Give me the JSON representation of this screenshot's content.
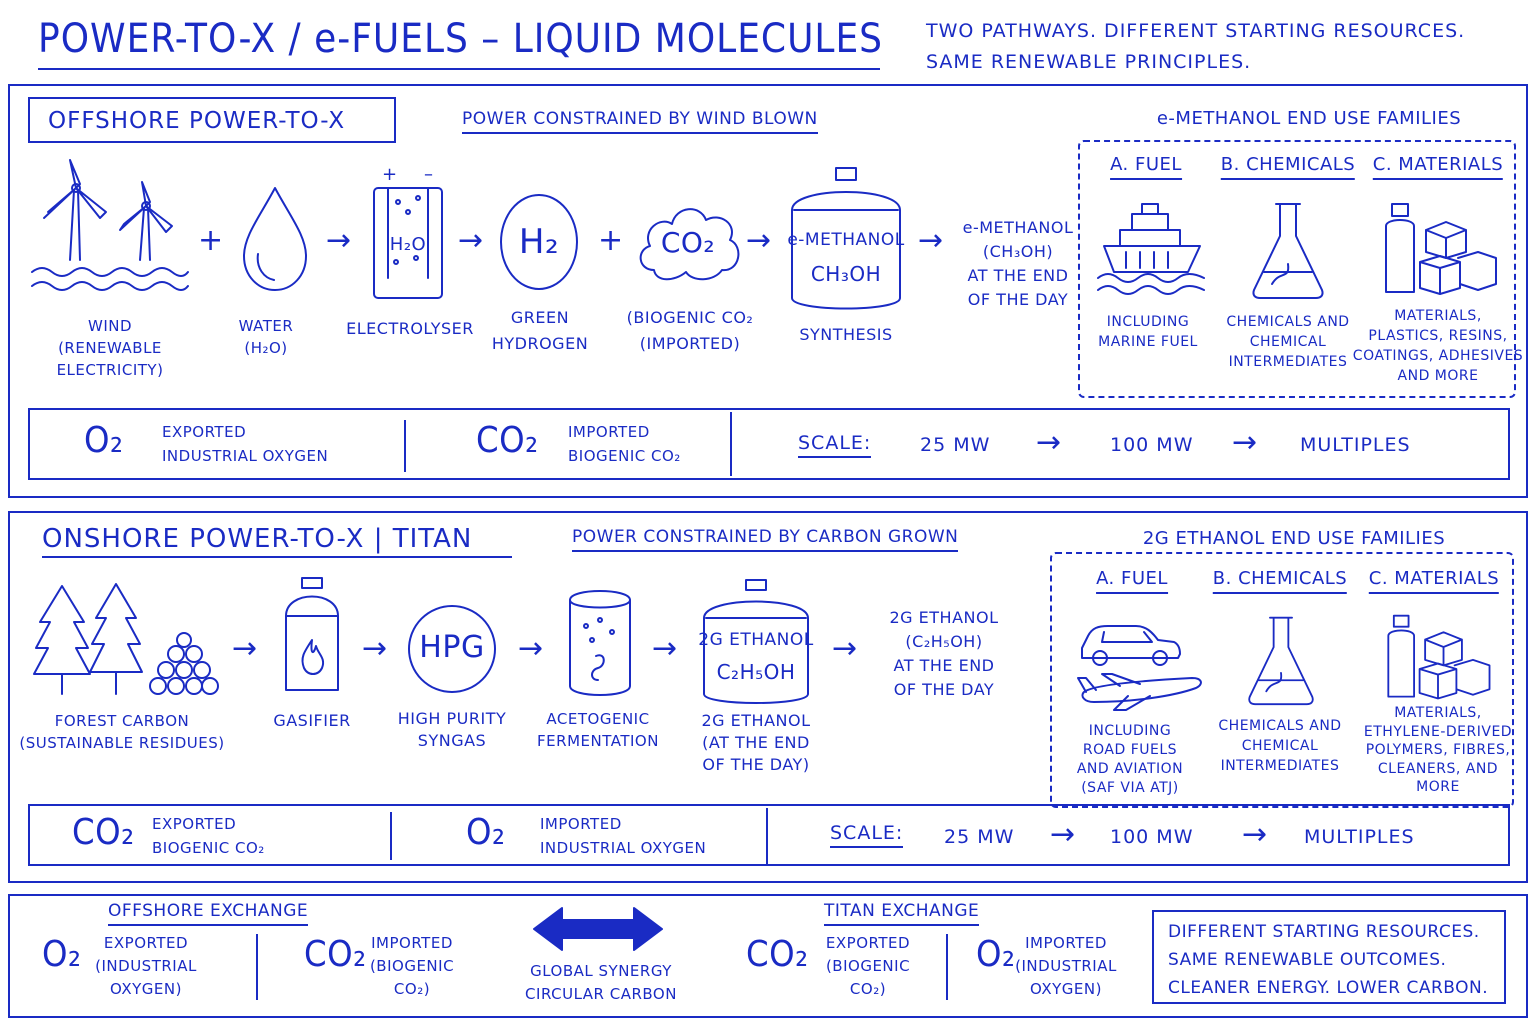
{
  "title": "POWER-TO-X / e-FUELS – LIQUID MOLECULES",
  "tagline": "TWO PATHWAYS. DIFFERENT STARTING RESOURCES.\nSAME RENEWABLE PRINCIPLES.",
  "offshore": {
    "heading": "OFFSHORE POWER-TO-X",
    "subheading": "POWER CONSTRAINED BY WIND BLOWN",
    "steps": {
      "wind": "WIND\n(RENEWABLE\nELECTRICITY)",
      "water": "WATER\n(H₂O)",
      "electrolyser": "ELECTROLYSER",
      "hydrogen": "GREEN\nHYDROGEN",
      "co2": "(BIOGENIC CO₂\n(IMPORTED)",
      "synthesis": "SYNTHESIS"
    },
    "symbols": {
      "h2": "H₂",
      "co2": "CO₂",
      "electrolyser_text": "H₂O",
      "plus": "+",
      "minus": "–",
      "tank_name": "e-METHANOL",
      "tank_formula": "CH₃OH"
    },
    "product": "e-METHANOL\n(CH₃OH)\nAT THE END\nOF THE DAY",
    "end_use_title": "e-METHANOL END USE FAMILIES",
    "end_use": [
      {
        "label": "A. FUEL",
        "desc": "INCLUDING\nMARINE FUEL"
      },
      {
        "label": "B. CHEMICALS",
        "desc": "CHEMICALS AND\nCHEMICAL\nINTERMEDIATES"
      },
      {
        "label": "C. MATERIALS",
        "desc": "MATERIALS,\nPLASTICS, RESINS,\nCOATINGS, ADHESIVES\nAND MORE"
      }
    ],
    "bar": {
      "left_symbol": "O₂",
      "left_text": "EXPORTED\nINDUSTRIAL OXYGEN",
      "mid_symbol": "CO₂",
      "mid_text": "IMPORTED\nBIOGENIC CO₂",
      "scale_label": "SCALE:",
      "scale_1": "25 MW",
      "scale_2": "100 MW",
      "scale_3": "MULTIPLES"
    }
  },
  "onshore": {
    "heading": "ONSHORE POWER-TO-X | TITAN",
    "subheading": "POWER CONSTRAINED BY CARBON GROWN",
    "steps": {
      "forest": "FOREST CARBON\n(SUSTAINABLE RESIDUES)",
      "gasifier": "GASIFIER",
      "syngas": "HIGH PURITY\nSYNGAS",
      "fermentation": "ACETOGENIC\nFERMENTATION",
      "ethanol": "2G ETHANOL\n(AT THE END\nOF THE DAY)"
    },
    "symbols": {
      "hpg": "HPG",
      "tank_name": "2G ETHANOL",
      "tank_formula": "C₂H₅OH"
    },
    "product": "2G ETHANOL\n(C₂H₅OH)\nAT THE END\nOF THE DAY",
    "end_use_title": "2G ETHANOL END USE FAMILIES",
    "end_use": [
      {
        "label": "A. FUEL",
        "desc": "INCLUDING\nROAD FUELS\nAND AVIATION\n(SAF VIA ATJ)"
      },
      {
        "label": "B. CHEMICALS",
        "desc": "CHEMICALS AND\nCHEMICAL\nINTERMEDIATES"
      },
      {
        "label": "C. MATERIALS",
        "desc": "MATERIALS,\nETHYLENE-DERIVED\nPOLYMERS, FIBRES,\nCLEANERS, AND\nMORE"
      }
    ],
    "bar": {
      "left_symbol": "CO₂",
      "left_text": "EXPORTED\nBIOGENIC CO₂",
      "mid_symbol": "O₂",
      "mid_text": "IMPORTED\nINDUSTRIAL OXYGEN",
      "scale_label": "SCALE:",
      "scale_1": "25 MW",
      "scale_2": "100 MW",
      "scale_3": "MULTIPLES"
    }
  },
  "exchange": {
    "offshore_title": "OFFSHORE EXCHANGE",
    "offshore_left_symbol": "O₂",
    "offshore_left_text": "EXPORTED\n(INDUSTRIAL\nOXYGEN)",
    "offshore_right_symbol": "CO₂",
    "offshore_right_text": "IMPORTED\n(BIOGENIC\nCO₂)",
    "synergy": "GLOBAL SYNERGY\nCIRCULAR CARBON",
    "titan_title": "TITAN EXCHANGE",
    "titan_left_symbol": "CO₂",
    "titan_left_text": "EXPORTED\n(BIOGENIC\nCO₂)",
    "titan_right_symbol": "O₂",
    "titan_right_text": "IMPORTED\n(INDUSTRIAL\nOXYGEN)",
    "summary": "DIFFERENT STARTING RESOURCES.\nSAME RENEWABLE OUTCOMES.\nCLEANER ENERGY. LOWER CARBON."
  },
  "arrow_glyph": "→",
  "colors": {
    "ink": "#1a2bc4",
    "paper": "#ffffff"
  }
}
